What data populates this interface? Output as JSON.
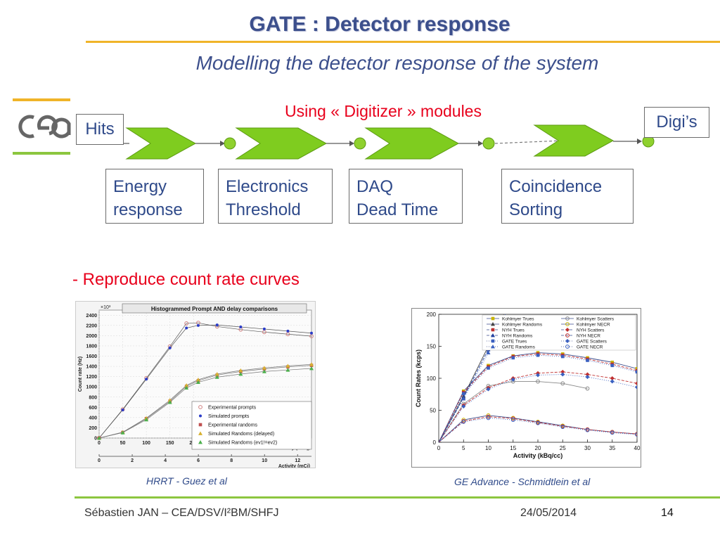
{
  "slide": {
    "title": "GATE : Detector response",
    "subtitle": "Modelling the detector response of the system",
    "digitizer_label": "Using « Digitizer » modules",
    "hits_label": "Hits",
    "digis_label": "Digi’s",
    "modules": [
      {
        "line1": "Energy",
        "line2": "response"
      },
      {
        "line1": "Electronics",
        "line2": "Threshold"
      },
      {
        "line1": "DAQ",
        "line2": "Dead Time"
      },
      {
        "line1": "Coincidence",
        "line2": "Sorting"
      }
    ],
    "bullet": "- Reproduce count rate curves",
    "caption_left": "HRRT - Guez et al",
    "caption_right": "GE Advance - Schmidtlein et al",
    "footer_author": "Sébastien JAN – CEA/DSV/I²BM/SHFJ",
    "footer_date": "24/05/2014",
    "page_number": "14",
    "colors": {
      "title": "#3c4f8c",
      "accent_red": "#e8001c",
      "arrow_green": "#7fcc1f",
      "rule_gold": "#f0b429",
      "rule_green": "#8cc63f"
    }
  },
  "chart_data": [
    {
      "type": "line",
      "title": "Histogrammed Prompt AND delay comparisons",
      "xlabel": "Activity (MBq)",
      "xlabel2": "Activity (mCi)",
      "ylabel": "Count rate (Hz)",
      "y_multiplier": "×10³",
      "xlim": [
        0,
        450
      ],
      "ylim": [
        0,
        2500
      ],
      "x_ticks": [
        0,
        50,
        100,
        150,
        200
      ],
      "x2_ticks": [
        0,
        2,
        4,
        6,
        8,
        10,
        12
      ],
      "y_ticks": [
        0,
        200,
        400,
        600,
        800,
        1000,
        1200,
        1400,
        1600,
        1800,
        2000,
        2200,
        2400
      ],
      "x": [
        0,
        50,
        100,
        150,
        185,
        210,
        250,
        300,
        350,
        400,
        450
      ],
      "series": [
        {
          "name": "Experimental prompts",
          "values": [
            0,
            560,
            1170,
            1790,
            2240,
            2250,
            2180,
            2120,
            2070,
            2030,
            1990
          ]
        },
        {
          "name": "Simulated prompts",
          "values": [
            0,
            550,
            1150,
            1760,
            2150,
            2200,
            2210,
            2170,
            2130,
            2090,
            2050
          ]
        },
        {
          "name": "Experimental randoms",
          "values": [
            0,
            110,
            380,
            720,
            1010,
            1120,
            1230,
            1300,
            1350,
            1390,
            1420
          ]
        },
        {
          "name": "Simulated Randoms (delayed)",
          "values": [
            0,
            115,
            390,
            740,
            1030,
            1140,
            1250,
            1320,
            1370,
            1410,
            1440
          ]
        },
        {
          "name": "Simulated Randoms (ev1!=ev2)",
          "values": [
            0,
            105,
            360,
            700,
            980,
            1090,
            1190,
            1250,
            1300,
            1330,
            1360
          ]
        }
      ]
    },
    {
      "type": "line",
      "xlabel": "Activity (kBq/cc)",
      "ylabel": "Count Rates (kcps)",
      "xlim": [
        0,
        40
      ],
      "ylim": [
        0,
        200
      ],
      "x_ticks": [
        0,
        5,
        10,
        15,
        20,
        25,
        30,
        35,
        40
      ],
      "y_ticks": [
        0,
        50,
        100,
        150,
        200
      ],
      "x": [
        0,
        5,
        10,
        15,
        20,
        25,
        30,
        35,
        40
      ],
      "series": [
        {
          "name": "Kohlmyer Trues",
          "values": [
            0,
            80,
            120,
            135,
            140,
            138,
            132,
            125,
            115
          ]
        },
        {
          "name": "Kohlmyer Scatters",
          "values": [
            0,
            60,
            88,
            95,
            95,
            92,
            84
          ]
        },
        {
          "name": "Kohlmyer Randoms",
          "values": [
            0,
            72,
            150,
            230
          ]
        },
        {
          "name": "Kohlmyer NECR",
          "values": [
            0,
            35,
            42,
            38,
            32,
            26,
            20,
            16,
            13
          ]
        },
        {
          "name": "NYH Trues",
          "values": [
            0,
            78,
            118,
            134,
            138,
            136,
            130,
            122,
            112
          ]
        },
        {
          "name": "NYH Scatters",
          "values": [
            0,
            58,
            85,
            100,
            108,
            110,
            106,
            100,
            92
          ]
        },
        {
          "name": "NYH Randoms",
          "values": [
            0,
            70,
            145,
            225
          ]
        },
        {
          "name": "NYH NECR",
          "values": [
            0,
            33,
            40,
            37,
            31,
            25,
            20,
            16,
            13
          ]
        },
        {
          "name": "GATE Trues",
          "values": [
            0,
            76,
            116,
            132,
            136,
            134,
            128,
            120,
            110
          ]
        },
        {
          "name": "GATE Scatters",
          "values": [
            0,
            56,
            83,
            98,
            105,
            106,
            102,
            95,
            86
          ]
        },
        {
          "name": "GATE Randoms",
          "values": [
            0,
            68,
            140,
            220
          ]
        },
        {
          "name": "GATE NECR",
          "values": [
            0,
            32,
            38,
            35,
            30,
            24,
            19,
            15,
            12
          ]
        }
      ]
    }
  ]
}
